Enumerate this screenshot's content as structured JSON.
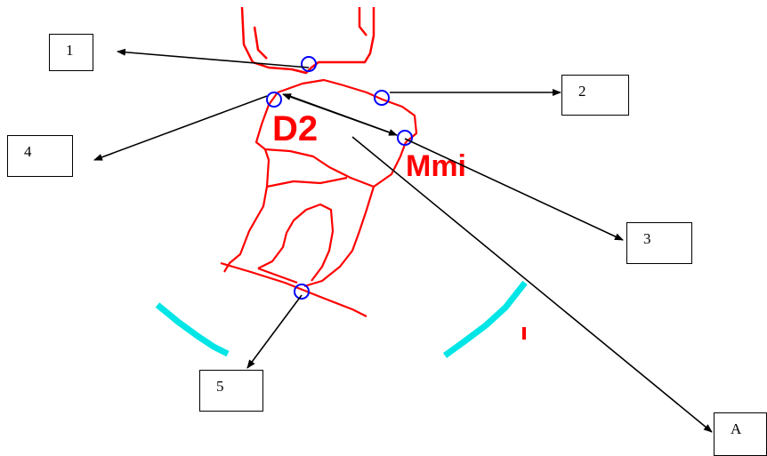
{
  "colors": {
    "tracing": "#ff0000",
    "landmark": "#0000ff",
    "arc": "#00e5e5",
    "arrow": "#000000"
  },
  "diagram": {
    "tooth_label": "D2",
    "side_label": "Mmi"
  },
  "labels": {
    "one": "1",
    "two": "2",
    "three": "3",
    "four": "4",
    "five": "5",
    "a": "A"
  }
}
